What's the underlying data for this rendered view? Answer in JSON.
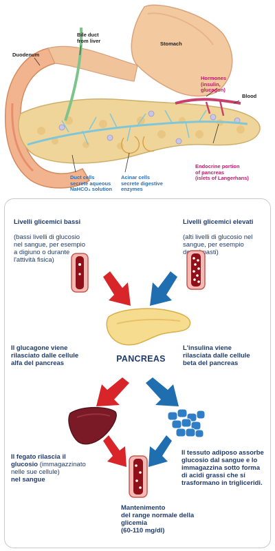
{
  "anatomy": {
    "duodenum": "Duodenum",
    "bile_duct": "Bile duct\nfrom liver",
    "stomach": "Stomach",
    "hormones": "Hormones\n(insulin,\nglucagon)",
    "blood": "Blood",
    "duct_cells": "Duct cells\nsecrete aqueous\nNaHCO₃ solution",
    "acinar_cells": "Acinar cells\nsecrete digestive\nenzymes",
    "endocrine": "Endocrine portion\nof pancreas\n(islets of Langerhans)"
  },
  "flow": {
    "low_title": "Livelli glicemici bassi",
    "low_desc": "(bassi livelli di glucosio\nnel sangue, per esempio\na digiuno o durante\nl'attività fisica)",
    "high_title": "Livelli glicemici elevati",
    "high_desc": "(alti livelli di glucosio nel\nsangue, per esempio\ndopo i pasti)",
    "glucagon": "Il glucagone viene\nrilasciato dalle cellule\nalfa del pancreas",
    "pancreas": "PANCREAS",
    "insulin": "L'insulina viene\nrilasciata dalle cellule\nbeta del pancreas",
    "liver_a": "Il fegato rilascia il\nglucosio",
    "liver_b": " (immagazzinato\nnelle sue cellule)",
    "liver_c": "nel sangue",
    "adipose": "Il tessuto adiposo assorbe\nglucosio dal sangue e lo\nimmagazzina sotto forma\ndi acidi grassi che si\ntrasformano in trigliceridi.",
    "maintenance": "Mantenimento\ndel range normale della\nglicemia\n(60-110 mg/dl)"
  },
  "colors": {
    "red_arrow": "#d8252a",
    "blue_arrow": "#1f6fb0",
    "text": "#1f3b6e"
  }
}
